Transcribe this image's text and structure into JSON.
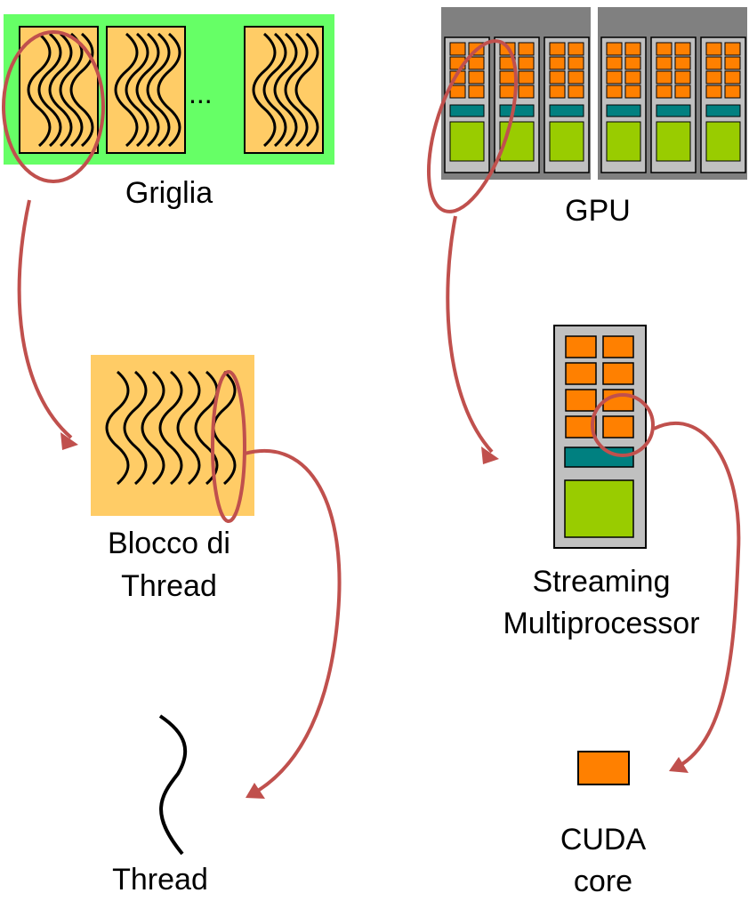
{
  "labels": {
    "grid": "Griglia",
    "ellipsis": "...",
    "gpu": "GPU",
    "block_line1": "Blocco di",
    "block_line2": "Thread",
    "sm_line1": "Streaming",
    "sm_line2": "Multiprocessor",
    "thread": "Thread",
    "cuda_line1": "CUDA",
    "cuda_line2": "core"
  },
  "colors": {
    "grid_background": "#66ff66",
    "block_fill": "#ffcc66",
    "thread_line": "#000000",
    "gpu_header": "#808080",
    "gpu_panel": "#c0c0c0",
    "cuda_core": "#ff8000",
    "shared_memory": "#008080",
    "cache": "#99cc00",
    "highlight": "#c0504d"
  }
}
